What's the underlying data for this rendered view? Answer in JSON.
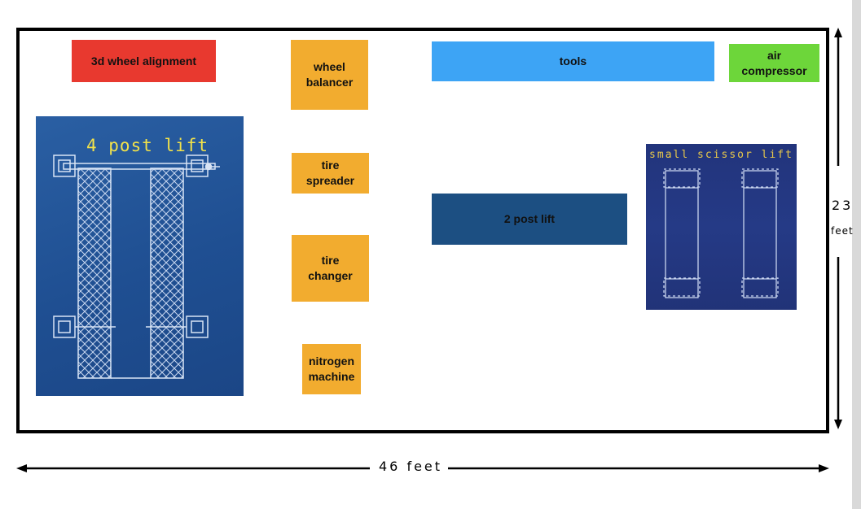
{
  "diagram": {
    "equipment": {
      "wheel_alignment": "3d wheel alignment",
      "wheel_balancer": "wheel\nbalancer",
      "tools": "tools",
      "air_compressor": "air\ncompressor",
      "tire_spreader": "tire\nspreader",
      "tire_changer": "tire\nchanger",
      "nitrogen_machine": "nitrogen\nmachine",
      "two_post_lift": "2 post lift",
      "four_post_lift": "4 post lift",
      "small_scissor_lift": "small scissor lift"
    },
    "dimensions": {
      "width_label": "46 feet",
      "height_value": "23",
      "height_unit": "feet"
    },
    "colors": {
      "wheel_alignment": "#e8392f",
      "orange_equipment": "#f2ac2f",
      "tools": "#3da4f5",
      "air_compressor": "#6dd63a",
      "two_post_lift": "#1c4f82"
    }
  }
}
